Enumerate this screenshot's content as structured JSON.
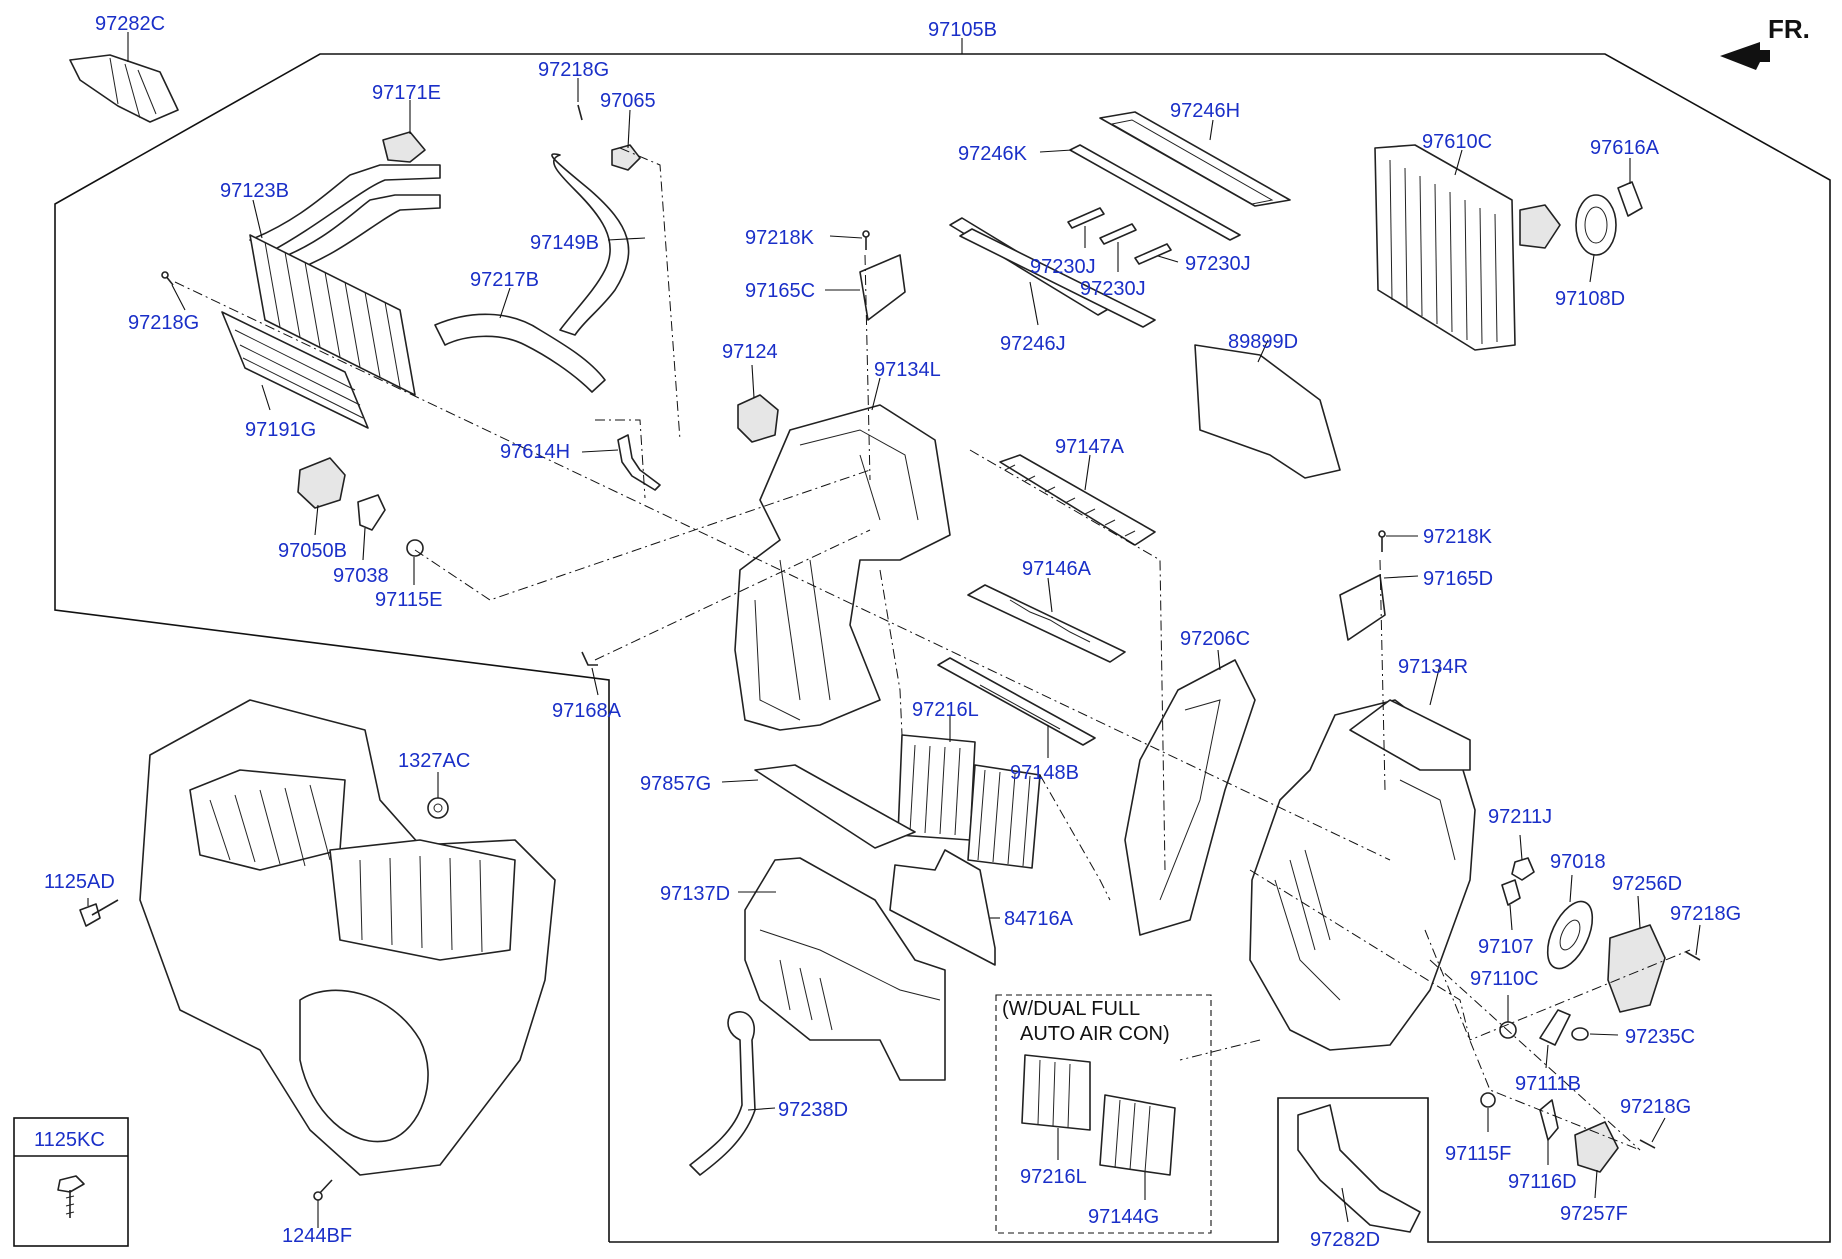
{
  "diagram": {
    "orientation": "FR.",
    "note_lines": [
      "(W/DUAL FULL",
      "AUTO AIR CON)"
    ],
    "boxed_part": "1125KC",
    "labels": {
      "p97282C_top": "97282C",
      "p97105B": "97105B",
      "p97218G_a": "97218G",
      "p97065": "97065",
      "p97171E": "97171E",
      "p97123B": "97123B",
      "p97149B": "97149B",
      "p97217B": "97217B",
      "p97218G_b": "97218G",
      "p97191G": "97191G",
      "p97218K_a": "97218K",
      "p97165C": "97165C",
      "p97124": "97124",
      "p97134L": "97134L",
      "p97614H": "97614H",
      "p97050B": "97050B",
      "p97038": "97038",
      "p97115E": "97115E",
      "p97168A": "97168A",
      "p97246H": "97246H",
      "p97246K": "97246K",
      "p97230J_a": "97230J",
      "p97230J_b": "97230J",
      "p97230J_c": "97230J",
      "p97246J": "97246J",
      "p89899D": "89899D",
      "p97147A": "97147A",
      "p97146A": "97146A",
      "p97216L_a": "97216L",
      "p97148B": "97148B",
      "p97857G": "97857G",
      "p97137D": "97137D",
      "p84716A": "84716A",
      "p97238D": "97238D",
      "p97216L_b": "97216L",
      "p97144G": "97144G",
      "p97610C": "97610C",
      "p97616A": "97616A",
      "p97108D": "97108D",
      "p97218K_b": "97218K",
      "p97165D": "97165D",
      "p97206C": "97206C",
      "p97134R": "97134R",
      "p97211J": "97211J",
      "p97018": "97018",
      "p97256D": "97256D",
      "p97218G_c": "97218G",
      "p97107": "97107",
      "p97110C": "97110C",
      "p97235C": "97235C",
      "p97111B": "97111B",
      "p97218G_d": "97218G",
      "p97115F": "97115F",
      "p97116D": "97116D",
      "p97257F": "97257F",
      "p97282D": "97282D",
      "p1327AC": "1327AC",
      "p1125AD": "1125AD",
      "p1244BF": "1244BF",
      "p1125KC": "1125KC"
    }
  }
}
